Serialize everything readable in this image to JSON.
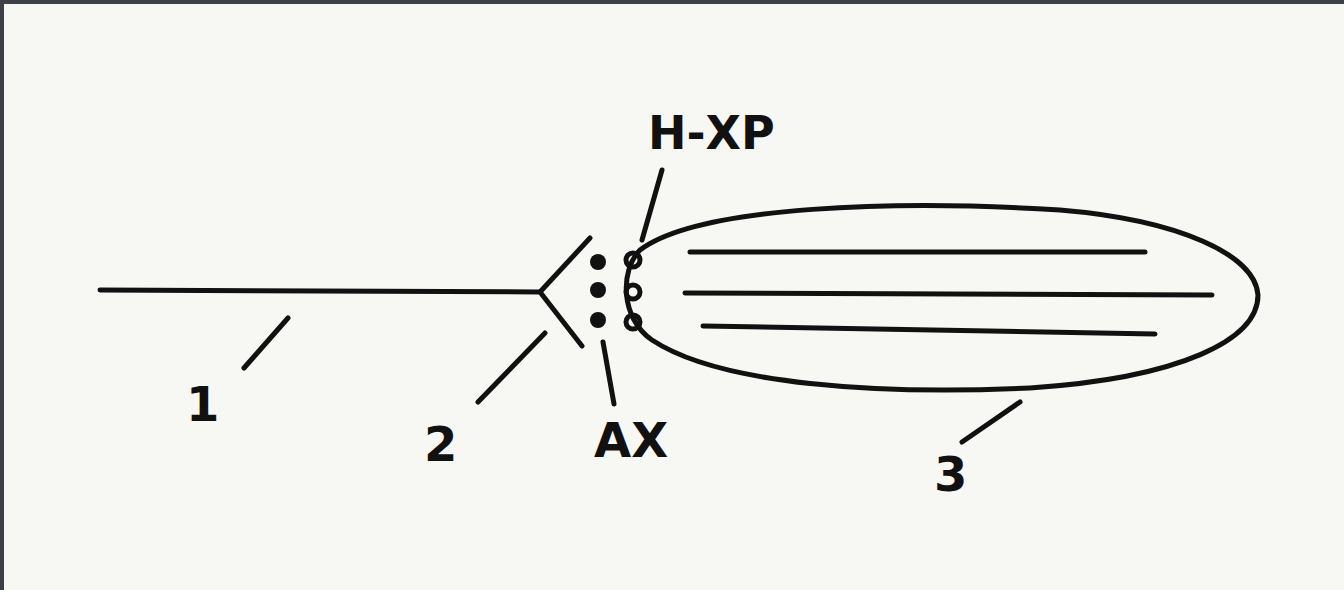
{
  "diagram": {
    "labels": [
      "Н-ХР",
      "АХ",
      "1",
      "2",
      "3"
    ]
  }
}
